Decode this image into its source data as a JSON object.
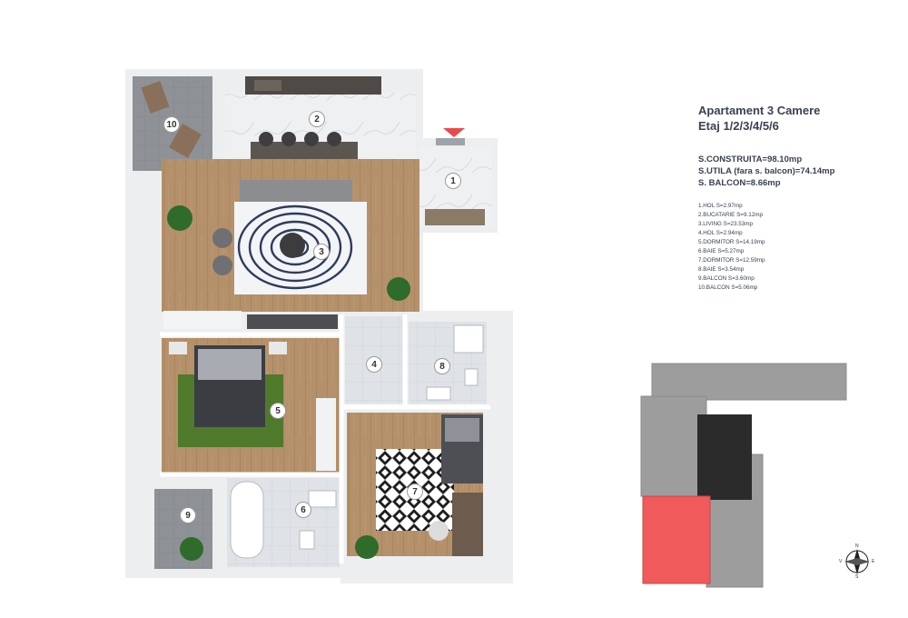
{
  "title": {
    "line1": "Apartament 3 Camere",
    "line2": "Etaj 1/2/3/4/5/6"
  },
  "surfaces": [
    "S.CONSTRUITA=98.10mp",
    "S.UTILA (fara s. balcon)=74.14mp",
    "S. BALCON=8.66mp"
  ],
  "rooms": [
    "1.HOL    S=2.97mp",
    "2.BUCATARIE    S=9.12mp",
    "3.LIVING    S=23.53mp",
    "4.HOL    S=2.94mp",
    "5.DORMITOR    S=14.19mp",
    "6.BAIE    S=5.27mp",
    "7.DORMITOR    S=12.59mp",
    "8.BAIE    S=3.54mp",
    "9.BALCON    S=3.60mp",
    "10.BALCON    S=5.06mp"
  ],
  "plan_markers": [
    "1",
    "2",
    "3",
    "4",
    "5",
    "6",
    "7",
    "8",
    "9",
    "10"
  ],
  "compass": {
    "n": "N",
    "s": "S",
    "e": "E",
    "w": "V"
  },
  "colors": {
    "highlight": "#f05a5a",
    "block": "#9d9d9d",
    "dark_block": "#2b2b2b",
    "wood": "#b08d66",
    "tile": "#dcdfe3",
    "entry_marker": "#e84b4b"
  }
}
